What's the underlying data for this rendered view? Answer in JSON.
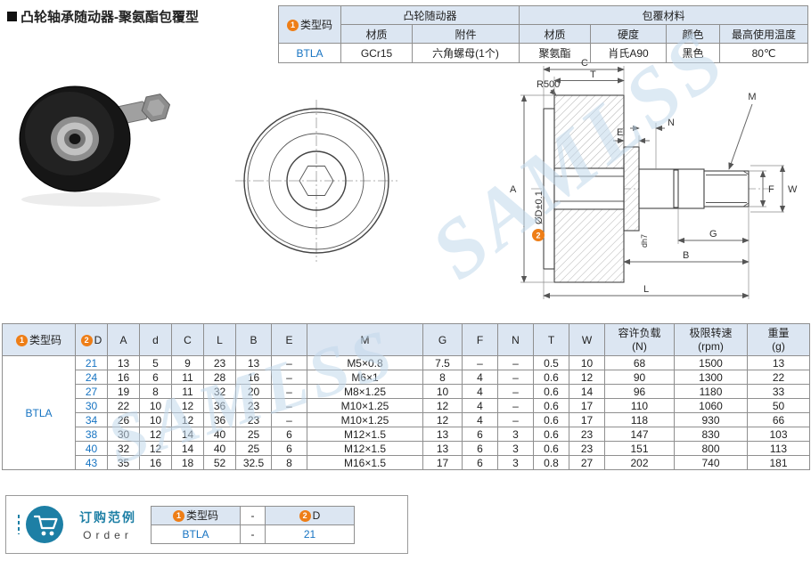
{
  "colors": {
    "accent_blue": "#1673c2",
    "accent_orange": "#ee7e17",
    "teal": "#1d7fa5",
    "header_bg": "#dce6f2",
    "border": "#8f8f8f",
    "watermark_color": "#c3d9ec"
  },
  "badges": {
    "one": "1",
    "two": "2"
  },
  "page_title": "凸轮轴承随动器-聚氨酯包覆型",
  "watermark": "SAMLSS",
  "spec_table": {
    "type_code_label": "类型码",
    "group_follower": "凸轮随动器",
    "group_coating": "包覆材料",
    "sub_headers": [
      "材质",
      "附件",
      "材质",
      "硬度",
      "颜色",
      "最高使用温度"
    ],
    "type_code": "BTLA",
    "values": [
      "GCr15",
      "六角螺母(1个)",
      "聚氨酯",
      "肖氏A90",
      "黑色",
      "80℃"
    ]
  },
  "drawing": {
    "r500": "R500",
    "c": "C",
    "t": "T",
    "e": "E",
    "n": "N",
    "m": "M",
    "a": "A",
    "f": "F",
    "w": "W",
    "g": "G",
    "b": "B",
    "l": "L",
    "d_tol": "ØD±0.1",
    "dh7": "dh7"
  },
  "main_table": {
    "header_type_code": "类型码",
    "header_d": "D",
    "cols": [
      "A",
      "d",
      "C",
      "L",
      "B",
      "E",
      "M",
      "G",
      "F",
      "N",
      "T",
      "W"
    ],
    "header_load": "容许负载",
    "header_load_unit": "(N)",
    "header_speed": "极限转速",
    "header_speed_unit": "(rpm)",
    "header_weight": "重量",
    "header_weight_unit": "(g)",
    "type_code": "BTLA",
    "rows": [
      [
        "21",
        "13",
        "5",
        "9",
        "23",
        "13",
        "–",
        "M5×0.8",
        "7.5",
        "–",
        "–",
        "0.5",
        "10",
        "68",
        "1500",
        "13"
      ],
      [
        "24",
        "16",
        "6",
        "11",
        "28",
        "16",
        "–",
        "M6×1",
        "8",
        "4",
        "–",
        "0.6",
        "12",
        "90",
        "1300",
        "22"
      ],
      [
        "27",
        "19",
        "8",
        "11",
        "32",
        "20",
        "–",
        "M8×1.25",
        "10",
        "4",
        "–",
        "0.6",
        "14",
        "96",
        "1180",
        "33"
      ],
      [
        "30",
        "22",
        "10",
        "12",
        "36",
        "23",
        "–",
        "M10×1.25",
        "12",
        "4",
        "–",
        "0.6",
        "17",
        "110",
        "1060",
        "50"
      ],
      [
        "34",
        "26",
        "10",
        "12",
        "36",
        "23",
        "–",
        "M10×1.25",
        "12",
        "4",
        "–",
        "0.6",
        "17",
        "118",
        "930",
        "66"
      ],
      [
        "38",
        "30",
        "12",
        "14",
        "40",
        "25",
        "6",
        "M12×1.5",
        "13",
        "6",
        "3",
        "0.6",
        "23",
        "147",
        "830",
        "103"
      ],
      [
        "40",
        "32",
        "12",
        "14",
        "40",
        "25",
        "6",
        "M12×1.5",
        "13",
        "6",
        "3",
        "0.6",
        "23",
        "151",
        "800",
        "113"
      ],
      [
        "43",
        "35",
        "16",
        "18",
        "52",
        "32.5",
        "8",
        "M16×1.5",
        "17",
        "6",
        "3",
        "0.8",
        "27",
        "202",
        "740",
        "181"
      ]
    ]
  },
  "order": {
    "title_cn": "订购范例",
    "title_en": "Order",
    "header_type_code": "类型码",
    "header_dash": "-",
    "header_d": "D",
    "row": [
      "BTLA",
      "-",
      "21"
    ]
  }
}
